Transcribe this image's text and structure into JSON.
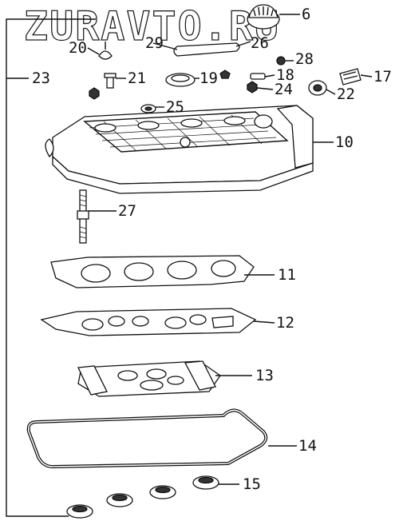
{
  "watermark": "ZURAVTO.RU",
  "labels": {
    "p6": "6",
    "p10": "10",
    "p11": "11",
    "p12": "12",
    "p13": "13",
    "p14": "14",
    "p15": "15",
    "p17": "17",
    "p18": "18",
    "p19": "19",
    "p20": "20",
    "p21": "21",
    "p22": "22",
    "p23": "23",
    "p24": "24",
    "p25": "25",
    "p26": "26",
    "p27": "27",
    "p28": "28",
    "p29": "29"
  }
}
